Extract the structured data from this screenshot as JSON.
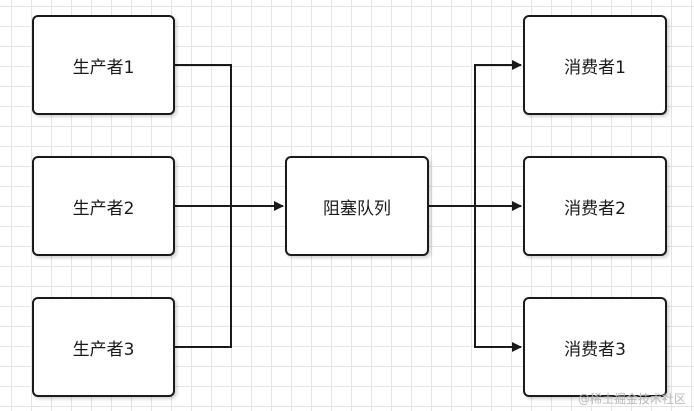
{
  "diagram": {
    "producers": [
      {
        "label": "生产者1"
      },
      {
        "label": "生产者2"
      },
      {
        "label": "生产者3"
      }
    ],
    "queue": {
      "label": "阻塞队列"
    },
    "consumers": [
      {
        "label": "消费者1"
      },
      {
        "label": "消费者2"
      },
      {
        "label": "消费者3"
      }
    ],
    "line_color": "#1a1a1a",
    "grid_color": "#e4e4e4"
  },
  "watermark": {
    "text": "@稀土掘金技术社区"
  }
}
